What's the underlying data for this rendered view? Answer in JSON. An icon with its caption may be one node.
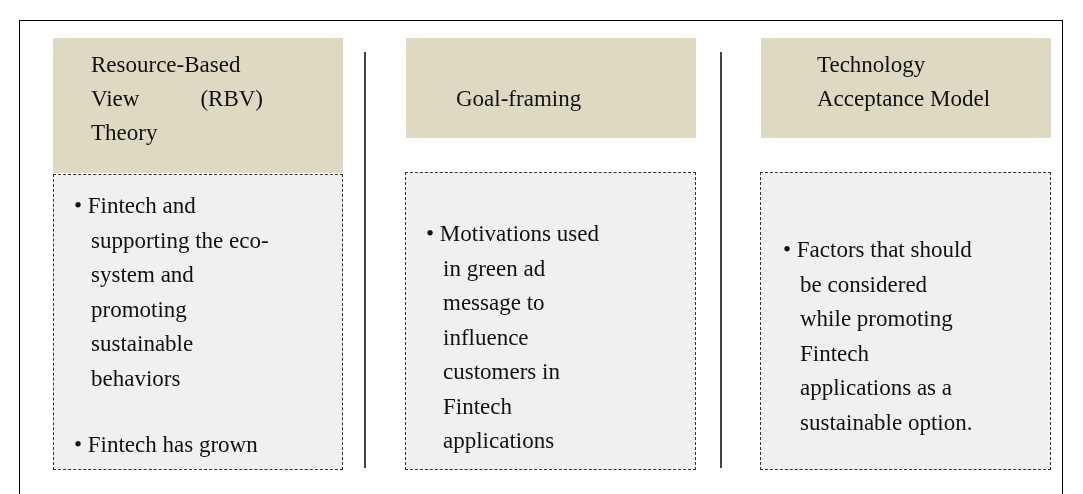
{
  "diagram": {
    "nodes": [
      {
        "text": [
          "Resource-Based View (RBV) Theory"
        ]
      },
      {
        "text": [
          "• Fintech and supporting the eco- system and promoting sustainable behaviors",
          "• Fintech has grown"
        ]
      },
      {
        "text": [
          "Goal-framing"
        ]
      },
      {
        "text": [
          "• Motivations used in green ad message to influence customers in Fintech applications"
        ]
      },
      {
        "text": [
          "Technology Acceptance Model"
        ]
      },
      {
        "text": [
          "• Factors that should be considered while promoting Fintech applications as a sustainable option."
        ]
      }
    ]
  }
}
